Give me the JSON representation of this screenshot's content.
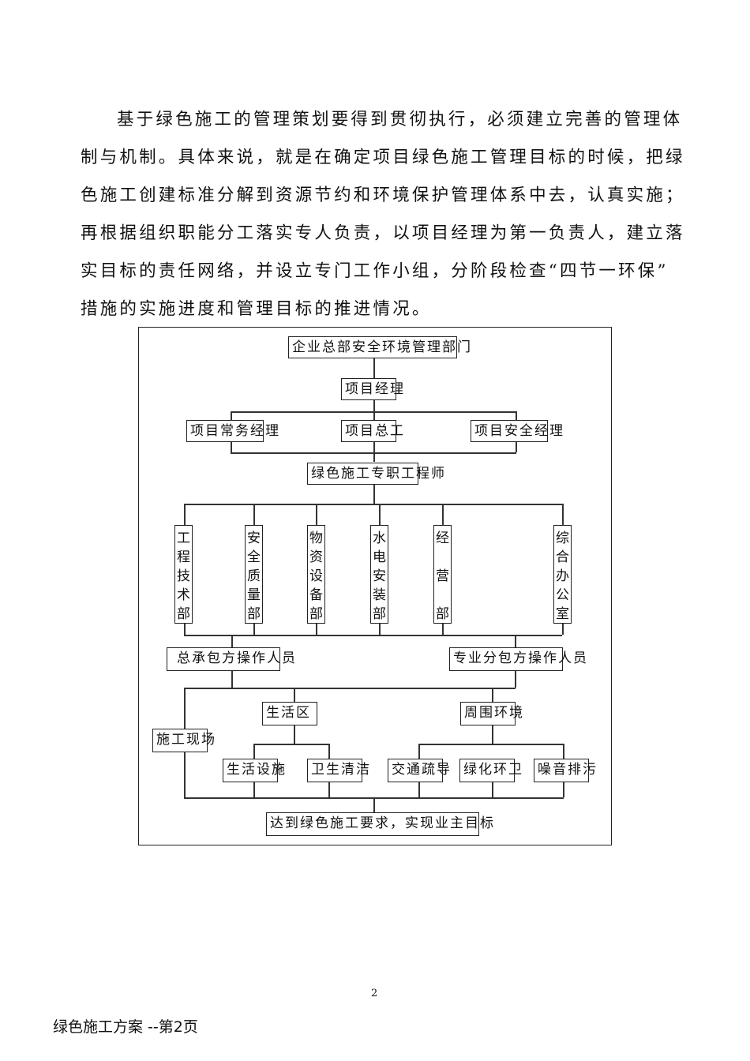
{
  "document": {
    "paragraph_lines": [
      "基于绿色施工的管理策划要得到贯彻执行，必须建立完善的管理体",
      "制与机制。具体来说，就是在确定项目绿色施工管理目标的时候，把绿",
      "色施工创建标准分解到资源节约和环境保护管理体系中去，认真实施；",
      "再根据组织职能分工落实专人负责，以项目经理为第一负责人，建立落",
      "实目标的责任网络，并设立专门工作小组，分阶段检查“四节一环保”",
      "措施的实施进度和管理目标的推进情况。"
    ],
    "org_chart": {
      "top": "企业总部安全环境管理部门",
      "pm": "项目经理",
      "deputies": [
        "项目常务经理",
        "项目总工",
        "项目安全经理"
      ],
      "engineer": "绿色施工专职工程师",
      "departments": [
        [
          "工",
          "程",
          "技",
          "术",
          "部"
        ],
        [
          "安",
          "全",
          "质",
          "量",
          "部"
        ],
        [
          "物",
          "资",
          "设",
          "备",
          "部"
        ],
        [
          "水",
          "电",
          "安",
          "装",
          "部"
        ],
        [
          "经",
          "营",
          "部"
        ],
        [
          "综",
          "合",
          "办",
          "公",
          "室"
        ]
      ],
      "operators": [
        "总承包方操作人员",
        "专业分包方操作人员"
      ],
      "site": "施工现场",
      "living_area": "生活区",
      "surroundings": "周围环境",
      "living_items": [
        "生活设施",
        "卫生清洁"
      ],
      "env_items": [
        "交通疏导",
        "绿化环卫",
        "噪音排污"
      ],
      "goal": "达到绿色施工要求，实现业主目标"
    },
    "page_number": "2",
    "footer": "绿色施工方案 --第2页"
  }
}
